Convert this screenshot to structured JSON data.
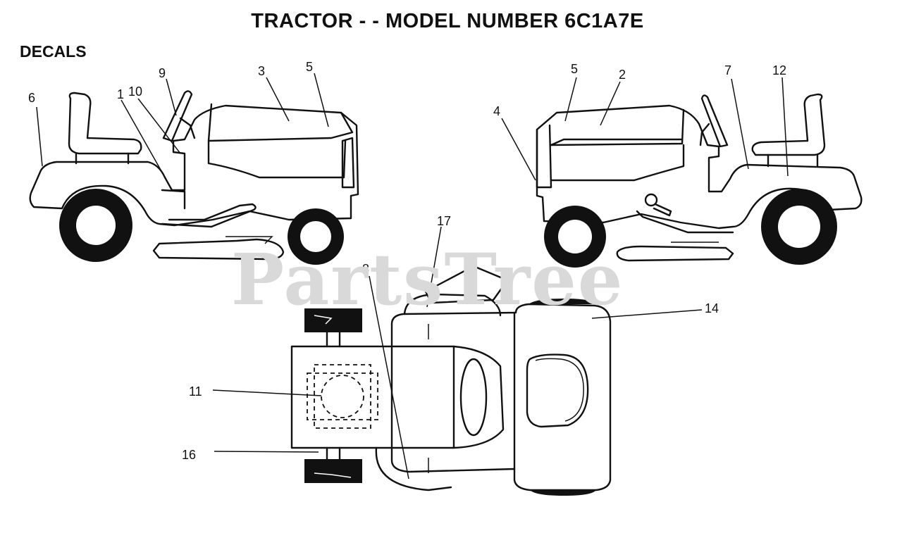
{
  "title": "TRACTOR - - MODEL NUMBER 6C1A7E",
  "section": "DECALS",
  "watermark": "PartsTree",
  "callouts": {
    "left_view": [
      "6",
      "1",
      "10",
      "9",
      "3",
      "5"
    ],
    "right_view": [
      "4",
      "5",
      "2",
      "7",
      "12"
    ],
    "top_view": [
      "17",
      "8",
      "14",
      "11",
      "16"
    ]
  }
}
